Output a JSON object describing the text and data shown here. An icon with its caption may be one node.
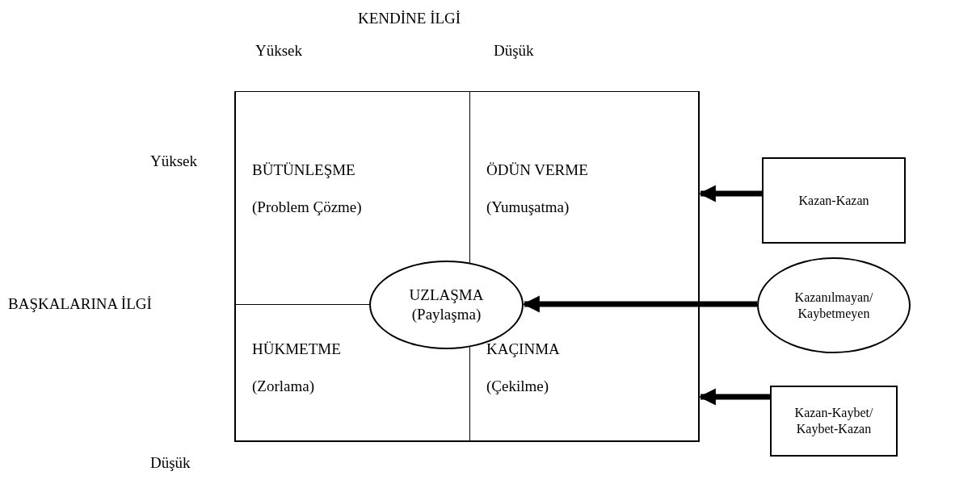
{
  "diagram": {
    "nodes": [
      {
        "text": [
          "BÜTÜNLEŞME",
          "(Problem Çözme)"
        ]
      },
      {
        "text": [
          "ÖDÜN VERME",
          "(Yumuşatma)"
        ]
      },
      {
        "text": [
          "UZLAŞMA",
          "(Paylaşma)"
        ]
      },
      {
        "text": [
          "HÜKMETME",
          "(Zorlama)"
        ]
      },
      {
        "text": [
          "KAÇINMA",
          "(Çekilme)"
        ]
      },
      {
        "text": [
          "Kazan-Kazan"
        ]
      },
      {
        "text": [
          "Kazanılmayan/ Kaybetmeyen"
        ]
      },
      {
        "text": [
          "Kazan-Kaybet/ Kaybet-Kazan"
        ]
      }
    ],
    "edges": [
      {
        "from": 5,
        "to": 1,
        "arrow": "to"
      },
      {
        "from": 6,
        "to": 2,
        "arrow": "to"
      },
      {
        "from": 7,
        "to": 4,
        "arrow": "to"
      }
    ],
    "labels": [
      "KENDİNE İLGİ",
      "Yüksek",
      "Düşük",
      "Yüksek",
      "BAŞKALARINA İLGİ",
      "Düşük"
    ]
  }
}
